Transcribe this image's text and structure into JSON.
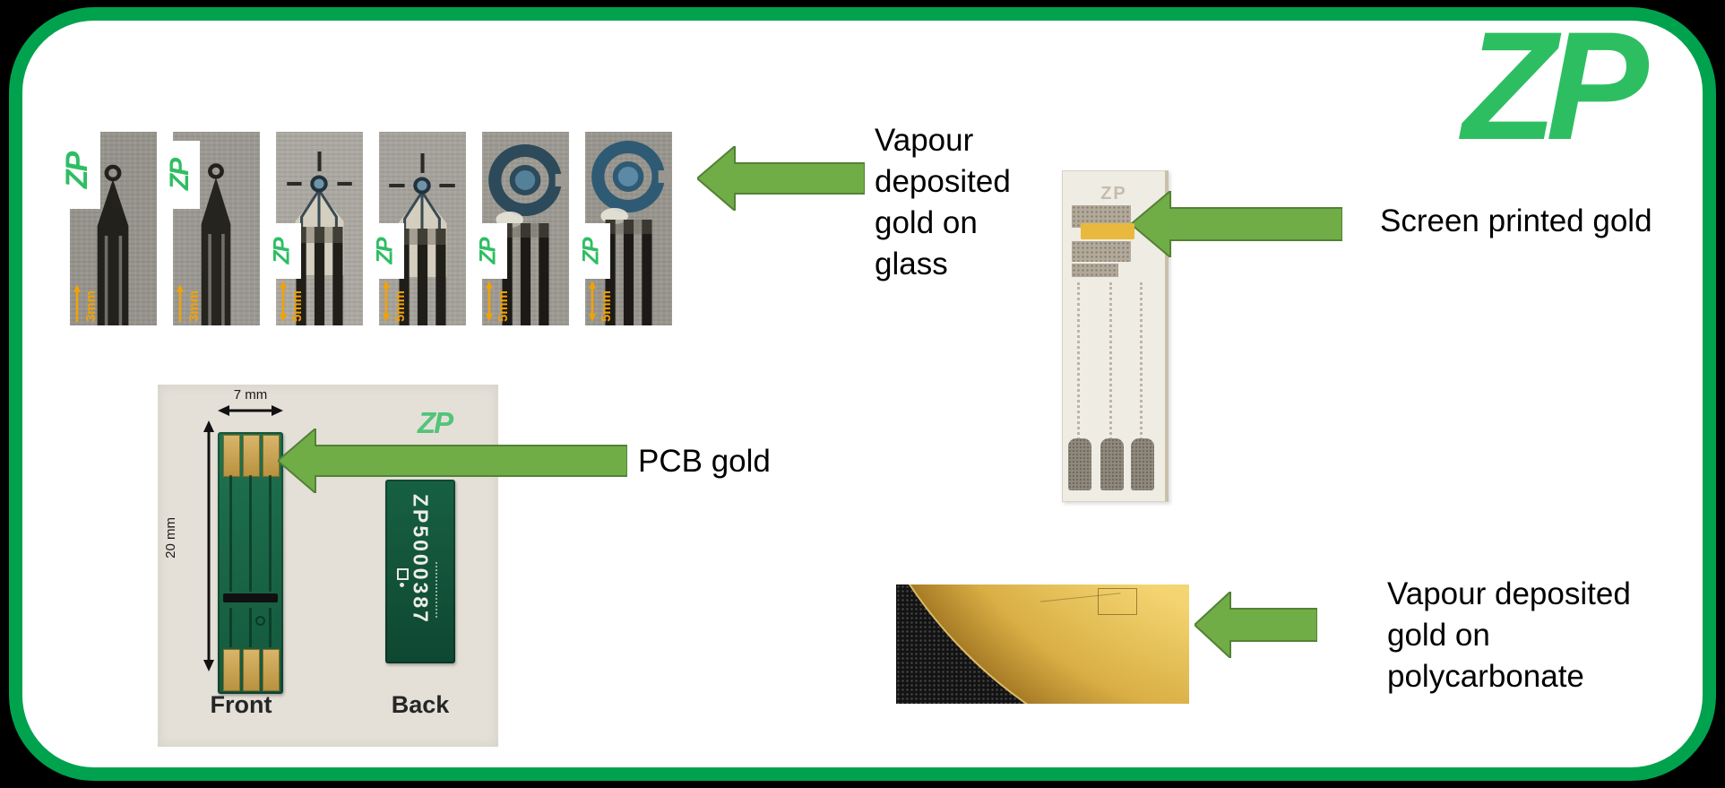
{
  "brand_logo": {
    "text": "ZP"
  },
  "vapour_glass": {
    "caption_lines": [
      "Vapour",
      "deposited",
      "gold on",
      "glass"
    ]
  },
  "electrode_strips": {
    "watermark": "ZP",
    "items": [
      {
        "scale": "3mm"
      },
      {
        "scale": "3mm"
      },
      {
        "scale": "5mm"
      },
      {
        "scale": "5mm"
      },
      {
        "scale": "5mm"
      },
      {
        "scale": "5mm"
      }
    ]
  },
  "screen_printed": {
    "caption": "Screen printed gold",
    "strip_watermark": "ZP"
  },
  "pcb": {
    "caption": "PCB gold",
    "width_label": "7 mm",
    "height_label": "20 mm",
    "serial": "ZP5000387",
    "front_label": "Front",
    "back_label": "Back",
    "watermark": "ZP"
  },
  "polycarbonate": {
    "caption_lines": [
      "Vapour deposited",
      "gold on",
      "polycarbonate"
    ]
  },
  "colors": {
    "green_border": "#00A24E",
    "logo_green": "#2EBE62",
    "arrow_fill": "#70AD47",
    "arrow_stroke": "#538135",
    "scale_orange": "#F2A105",
    "gold": "#E9B93E"
  }
}
